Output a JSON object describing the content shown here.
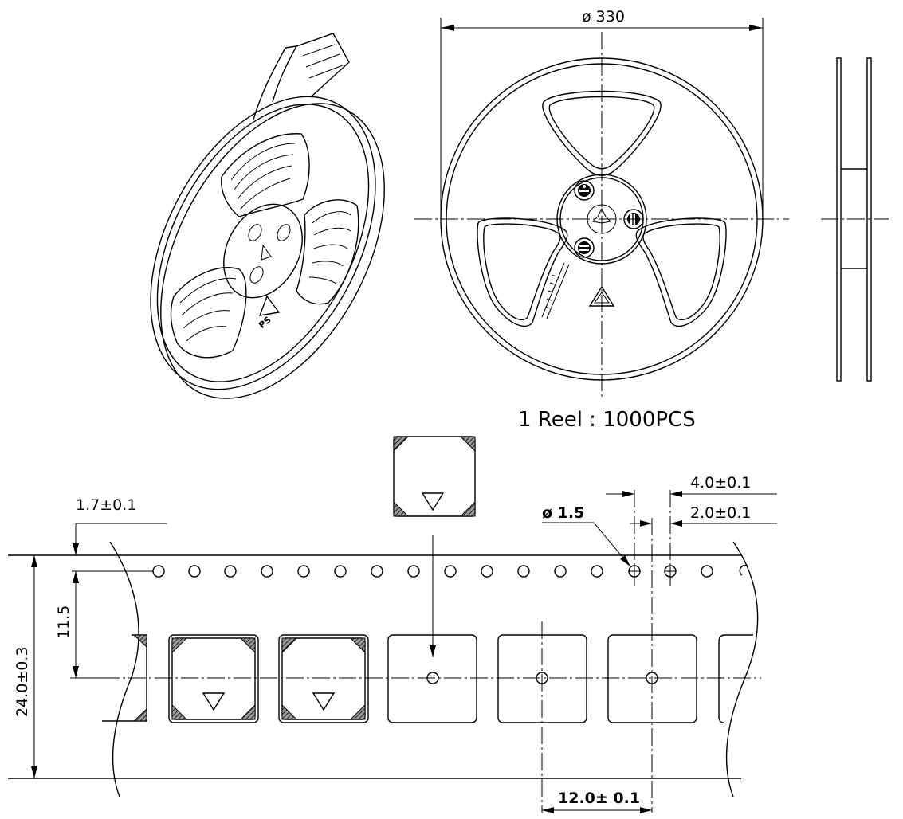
{
  "reel": {
    "diameter_label": "ø 330",
    "quantity_label": "1 Reel : 1000PCS",
    "recycle_label": "PS"
  },
  "tape": {
    "hole_offset_label": "1.7±0.1",
    "hole_diameter_label": "ø 1.5",
    "hole_pitch_label": "4.0±0.1",
    "hole_to_pocket_label": "2.0±0.1",
    "pocket_center_label": "11.5",
    "tape_width_label": "24.0±0.3",
    "pocket_pitch_label": "12.0± 0.1"
  },
  "colors": {
    "line": "#000000",
    "hatch": "#333333",
    "background": "#ffffff"
  }
}
